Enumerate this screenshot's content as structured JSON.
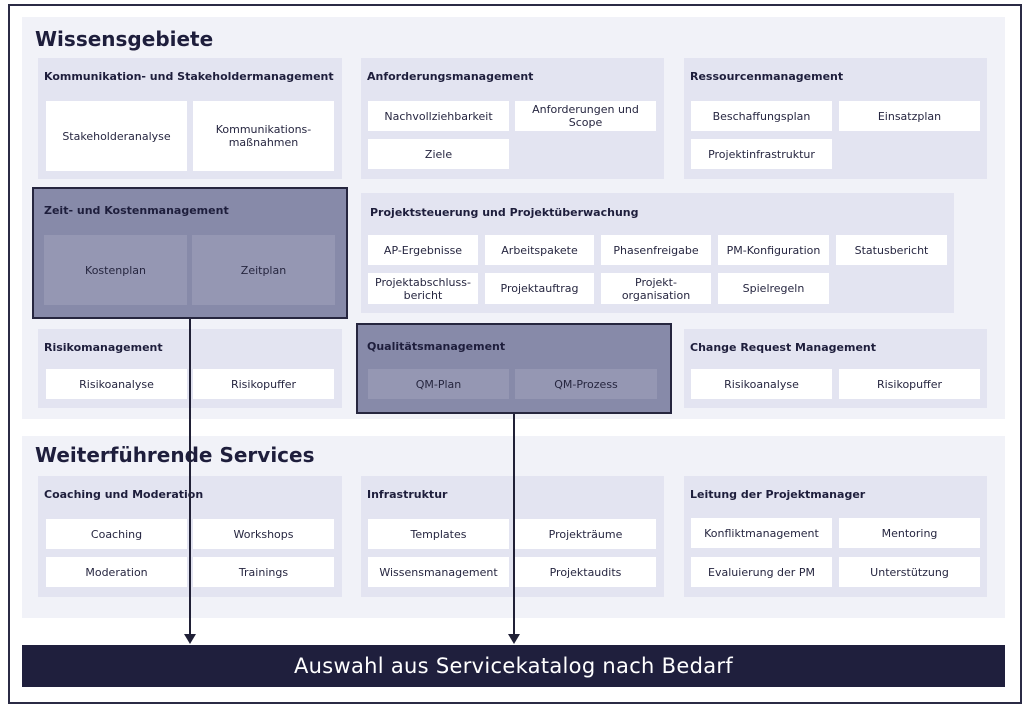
{
  "sections": {
    "wissensgebiete": {
      "title": "Wissensgebiete"
    },
    "services": {
      "title": "Weiterführende Services"
    }
  },
  "groups": {
    "kommunikation": {
      "title": "Kommunikation- und Stakeholdermanagement",
      "tiles": [
        "Stakeholderanalyse",
        "Kommunikations-\nmaßnahmen"
      ]
    },
    "anforderung": {
      "title": "Anforderungsmanagement",
      "tiles": [
        "Nachvollziehbarkeit",
        "Anforderungen und\nScope",
        "Ziele"
      ]
    },
    "ressourcen": {
      "title": "Ressourcenmanagement",
      "tiles": [
        "Beschaffungsplan",
        "Einsatzplan",
        "Projektinfrastruktur"
      ]
    },
    "zeit": {
      "title": "Zeit- und Kostenmanagement",
      "tiles": [
        "Kostenplan",
        "Zeitplan"
      ]
    },
    "steuerung": {
      "title": "Projektsteuerung und Projektüberwachung",
      "tiles": [
        "AP-Ergebnisse",
        "Arbeitspakete",
        "Phasenfreigabe",
        "PM-Konfiguration",
        "Statusbericht",
        "Projektabschluss-\nbericht",
        "Projektauftrag",
        "Projekt-\norganisation",
        "Spielregeln"
      ]
    },
    "risiko": {
      "title": "Risikomanagement",
      "tiles": [
        "Risikoanalyse",
        "Risikopuffer"
      ]
    },
    "qualitaet": {
      "title": "Qualitätsmanagement",
      "tiles": [
        "QM-Plan",
        "QM-Prozess"
      ]
    },
    "change": {
      "title": "Change Request Management",
      "tiles": [
        "Risikoanalyse",
        "Risikopuffer"
      ]
    },
    "coaching": {
      "title": "Coaching und Moderation",
      "tiles": [
        "Coaching",
        "Workshops",
        "Moderation",
        "Trainings"
      ]
    },
    "infrastruktur": {
      "title": "Infrastruktur",
      "tiles": [
        "Templates",
        "Projekträume",
        "Wissensmanagement",
        "Projektaudits"
      ]
    },
    "leitung": {
      "title": "Leitung der Projektmanager",
      "tiles": [
        "Konfliktmanagement",
        "Mentoring",
        "Evaluierung der PM",
        "Unterstützung"
      ]
    }
  },
  "bottom_bar": {
    "label": "Auswahl aus Servicekatalog nach Bedarf"
  }
}
